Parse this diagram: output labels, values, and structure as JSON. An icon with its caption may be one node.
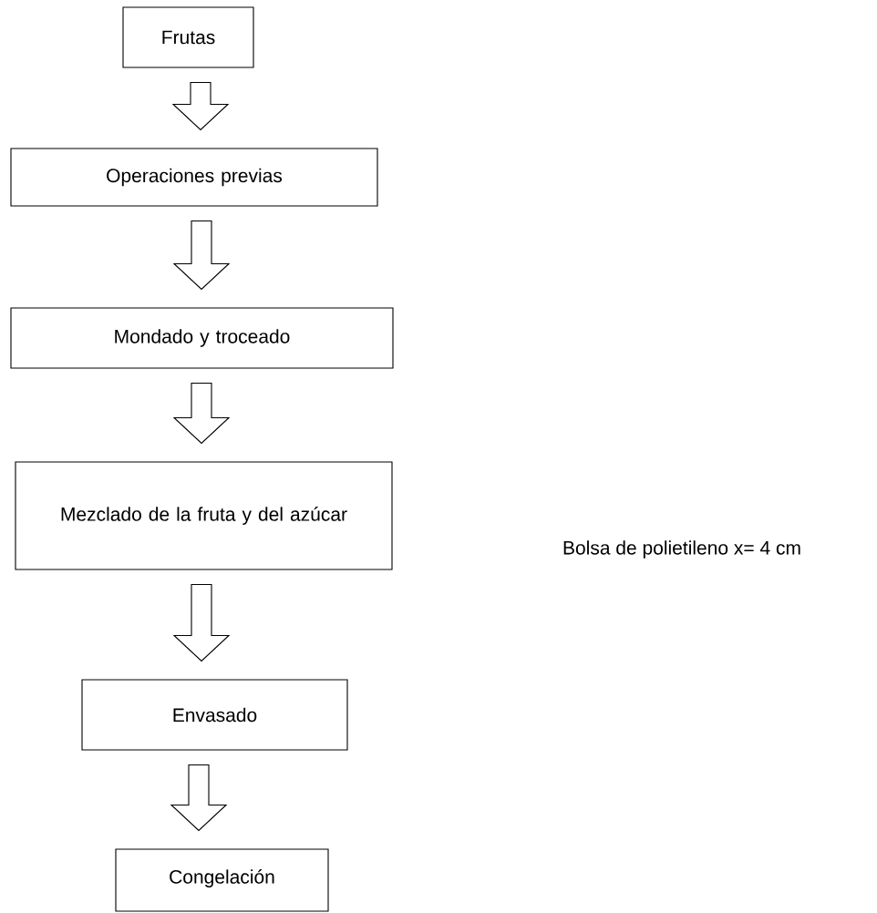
{
  "diagram": {
    "nodes": [
      {
        "text": [
          "Frutas"
        ]
      },
      {
        "text": [
          "Operaciones previas"
        ]
      },
      {
        "text": [
          "Mondado y troceado"
        ]
      },
      {
        "text": [
          "Mezclado de la fruta y del azúcar"
        ]
      },
      {
        "text": [
          "Envasado"
        ]
      },
      {
        "text": [
          "Congelación"
        ]
      }
    ],
    "edges": [
      {
        "from": 0,
        "to": 1,
        "arrow": "to"
      },
      {
        "from": 1,
        "to": 2,
        "arrow": "to"
      },
      {
        "from": 2,
        "to": 3,
        "arrow": "to"
      },
      {
        "from": 3,
        "to": 4,
        "arrow": "to"
      },
      {
        "from": 4,
        "to": 5,
        "arrow": "to"
      }
    ],
    "labels": [
      "Bolsa de polietileno x= 4 cm"
    ]
  }
}
